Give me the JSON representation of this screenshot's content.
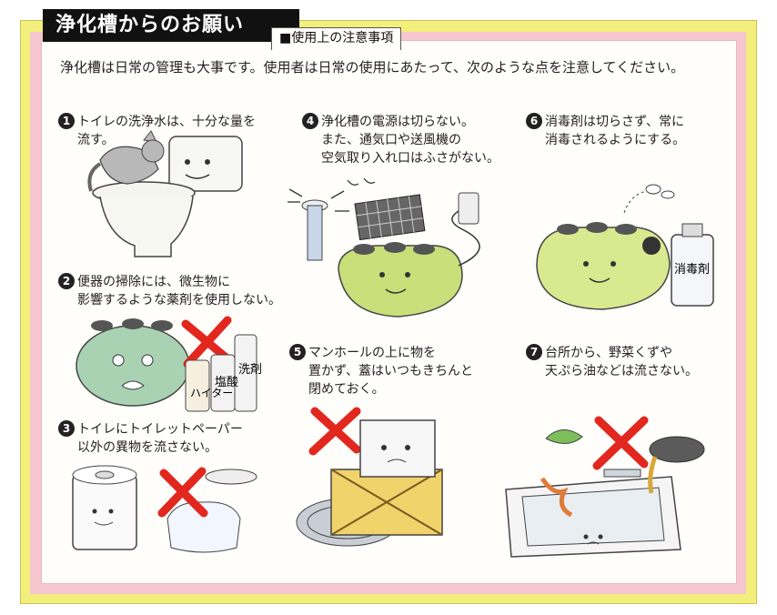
{
  "title": "浄化槽からのお願い",
  "subtitle": "■使用上の注意事項",
  "intro": "浄化槽は日常の管理も大事です。使用者は日常の使用にあたって、次のような点を注意してください。",
  "items": [
    {
      "num": "1",
      "lines": [
        "トイレの洗浄水は、十分な量を",
        "流す。"
      ]
    },
    {
      "num": "2",
      "lines": [
        "便器の掃除には、微生物に",
        "影響するような薬剤を使用しない。"
      ]
    },
    {
      "num": "3",
      "lines": [
        "トイレにトイレットペーパー",
        "以外の異物を流さない。"
      ]
    },
    {
      "num": "4",
      "lines": [
        "浄化槽の電源は切らない。",
        "また、通気口や送風機の",
        "空気取り入れ口はふさがない。"
      ]
    },
    {
      "num": "5",
      "lines": [
        "マンホールの上に物を",
        "置かず、蓋はいつもきちんと",
        "閉めておく。"
      ]
    },
    {
      "num": "6",
      "lines": [
        "消毒剤は切らさず、常に",
        "消毒されるようにする。"
      ]
    },
    {
      "num": "7",
      "lines": [
        "台所から、野菜くずや",
        "天ぷら油などは流さない。"
      ]
    }
  ],
  "bottle_labels": {
    "disinfectant": "消毒剤",
    "bleach": "塩酸",
    "detergent": "洗剤",
    "haiter": "ハイター"
  },
  "colors": {
    "frame_yellow": "#f3ef7c",
    "frame_pink": "#f6c6cf",
    "tank_green": "#c8df7a",
    "cross_red": "#e2271f"
  }
}
